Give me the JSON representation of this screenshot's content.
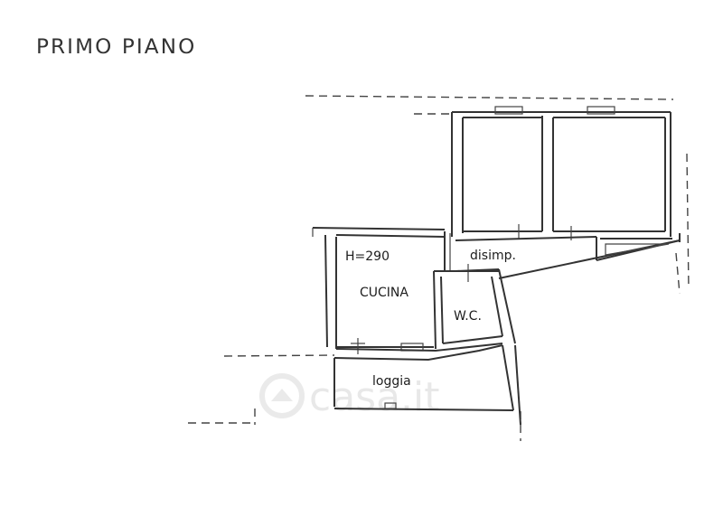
{
  "floor_title": "PRIMO PIANO",
  "rooms": {
    "height": "H=290",
    "kitchen": "CUCINA",
    "hallway": "disimp.",
    "wc": "W.C.",
    "loggia": "loggia"
  },
  "watermark": "casa.it",
  "colors": {
    "line": "#333333",
    "watermark": "#e6e6e6"
  }
}
